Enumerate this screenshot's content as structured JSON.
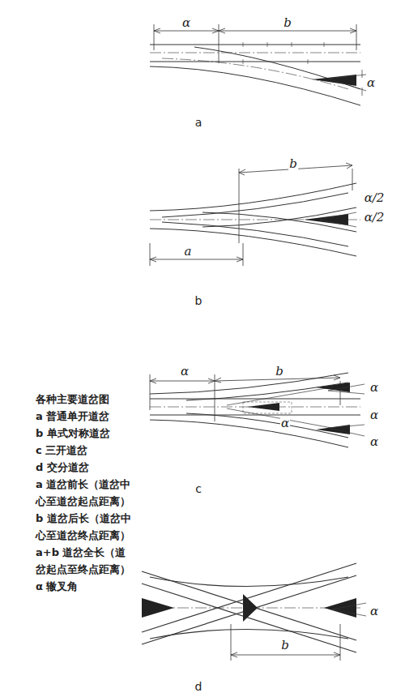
{
  "diagram": {
    "title": "各种主要道岔图",
    "labels": [
      "α",
      "b",
      "α",
      "a",
      "b",
      "α/2",
      "α/2",
      "a",
      "b",
      "α",
      "b",
      "α",
      "α",
      "α",
      "α",
      "c",
      "a 普通单开道岔",
      "b 单式对称道岔",
      "c 三开道岔",
      "d 交分道岔",
      "a 道岔前长（道岔中心至道岔起点距离）",
      "b 道岔后长（道岔中心至道岔终点距离）",
      "a+b 道岔全长（道岔起点至终点距离）",
      "α 辙叉角",
      "α",
      "b",
      "d"
    ]
  }
}
